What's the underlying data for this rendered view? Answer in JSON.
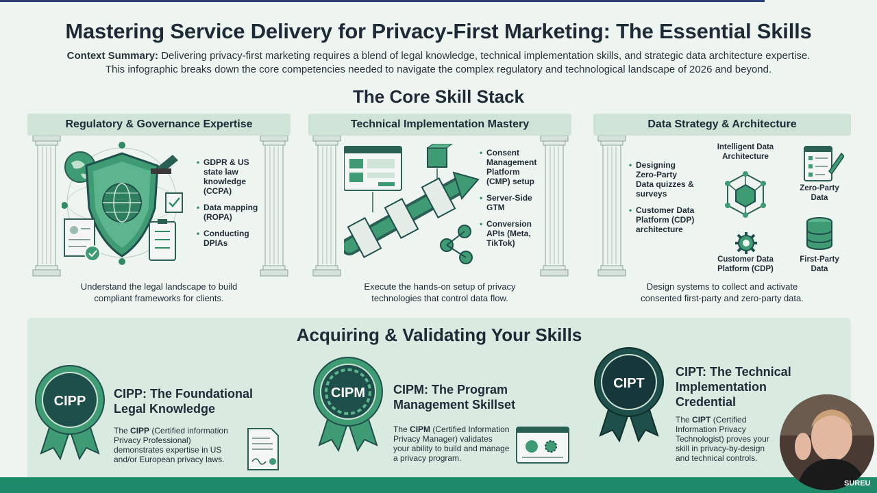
{
  "header": {
    "title": "Mastering Service Delivery for Privacy-First Marketing: The Essential Skills",
    "summary_label": "Context Summary:",
    "summary_line1": "Delivering privacy-first marketing requires a blend of legal knowledge, technical implementation skills, and strategic data architecture expertise.",
    "summary_line2": "This infographic breaks down the core competencies needed to navigate the complex regulatory and technological landscape of 2026 and beyond."
  },
  "core": {
    "title": "The Core Skill Stack",
    "columns": [
      {
        "heading": "Regulatory & Governance Expertise",
        "bullets": [
          "GDPR & US state law knowledge (CCPA)",
          "Data mapping (ROPA)",
          "Conducting DPIAs"
        ],
        "desc_line1": "Understand the legal landscape to build",
        "desc_line2": "compliant frameworks for clients."
      },
      {
        "heading": "Technical Implementation Mastery",
        "bullets": [
          "Consent Management Platform (CMP) setup",
          "Server-Side GTM",
          "Conversion APIs (Meta, TikTok)"
        ],
        "desc_line1": "Execute the hands-on setup of privacy",
        "desc_line2": "technologies that control data flow."
      },
      {
        "heading": "Data Strategy & Architecture",
        "bullets": [
          "Designing Zero-Party Data quizzes & surveys",
          "Customer Data Platform (CDP) architecture"
        ],
        "labels": {
          "ida": "Intelligent Data Architecture",
          "zpd": "Zero-Party Data",
          "cdp": "Customer Data Platform (CDP)",
          "fpd": "First-Party Data"
        },
        "desc_line1": "Design systems to collect and activate",
        "desc_line2": "consented first-party and zero-party data."
      }
    ]
  },
  "acquire": {
    "title": "Acquiring & Validating Your Skills",
    "certs": [
      {
        "badge": "CIPP",
        "title_line1": "CIPP: The Foundational",
        "title_line2": "Legal Knowledge",
        "desc_pre": "The",
        "desc_bold": "CIPP",
        "desc_rest": "(Certified information Privacy Professional) demonstrates expertise in US and/or European privacy laws."
      },
      {
        "badge": "CIPM",
        "title_line1": "CIPM: The Program",
        "title_line2": "Management Skillset",
        "desc_pre": "The",
        "desc_bold": "CIPM",
        "desc_rest": "(Certified Information Privacy Manager) validates your ability to build and manage a privacy program."
      },
      {
        "badge": "CIPT",
        "title_line1": "CIPT: The Technical",
        "title_line2": "Implementation",
        "title_line3": "Credential",
        "desc_pre": "The",
        "desc_bold": "CIPT",
        "desc_rest": "(Certified Information Privacy Technologist) proves your skill in privacy-by-design and technical controls."
      }
    ]
  },
  "watermark": "SUREU",
  "colors": {
    "background": "#eef4f0",
    "header_band": "#cfe4d7",
    "accent_green": "#2e8b64",
    "dark_teal": "#1f4f4a",
    "bottom_bar": "#1f8a6a"
  }
}
